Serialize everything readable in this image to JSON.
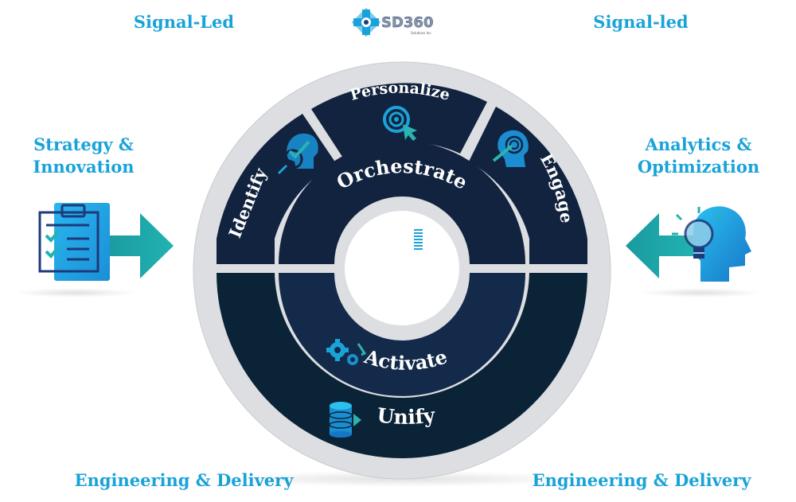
{
  "corners": {
    "top_left": "Signal-Led",
    "top_right": "Signal-led",
    "bottom_left": "Engineering & Delivery",
    "bottom_right": "Engineering & Delivery"
  },
  "sides": {
    "left": {
      "line1": "Strategy &",
      "line2": "Innovation"
    },
    "right": {
      "line1": "Analytics &",
      "line2": "Optimization"
    }
  },
  "logo": {
    "text": "SD360",
    "tagline": "Solutions Inc."
  },
  "outer_ring": {
    "personalize": "Personalize",
    "identify": "Identify",
    "engage": "Engage",
    "unify": "Unify"
  },
  "middle_ring": {
    "orchestrate": "Orchestrate",
    "activate": "Activate"
  },
  "icons": {
    "personalize": "target-cursor-icon",
    "identify": "head-check-icon",
    "engage": "head-target-icon",
    "activate": "gears-icon",
    "unify": "database-icon",
    "left": "clipboard-checklist-icon",
    "right": "head-lightbulb-icon"
  },
  "colors": {
    "accent": "#1aa3d9",
    "dark_navy": "#12233f",
    "deep_teal": "#0b2336",
    "teal_arrow": "#17a2a5",
    "ring_grey": "#dcdee2"
  }
}
